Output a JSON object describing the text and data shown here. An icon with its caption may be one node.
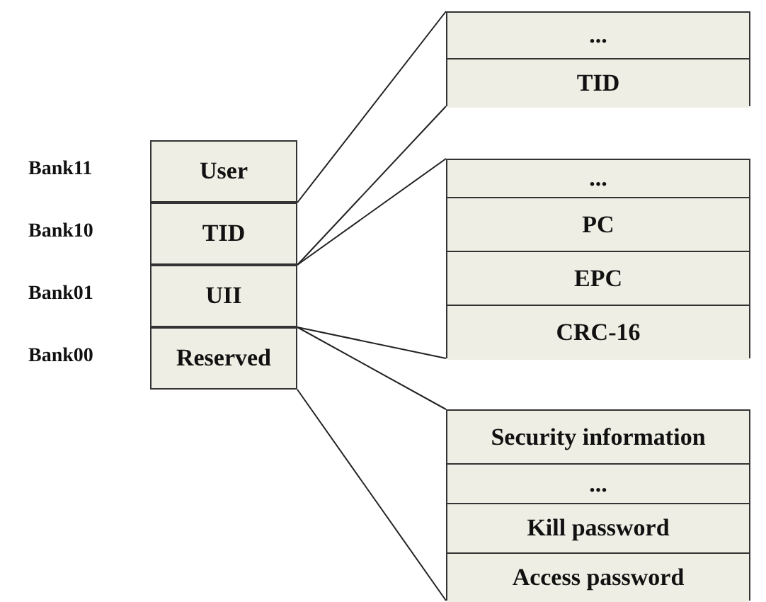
{
  "diagram": {
    "nodes": [
      {
        "text": [
          "User"
        ],
        "beside": [
          "Bank11"
        ]
      },
      {
        "text": [
          "TID"
        ],
        "beside": [
          "Bank10"
        ]
      },
      {
        "text": [
          "UII"
        ],
        "beside": [
          "Bank01"
        ]
      },
      {
        "text": [
          "Reserved"
        ],
        "beside": [
          "Bank00"
        ]
      },
      {
        "text": [],
        "shape": "box"
      },
      {
        "text": [
          "..."
        ],
        "in": 4
      },
      {
        "text": [
          "TID"
        ],
        "in": 4
      },
      {
        "text": [],
        "shape": "box"
      },
      {
        "text": [
          "..."
        ],
        "in": 7
      },
      {
        "text": [
          "PC"
        ],
        "in": 7
      },
      {
        "text": [
          "EPC"
        ],
        "in": 7
      },
      {
        "text": [
          "CRC-16"
        ],
        "in": 7
      },
      {
        "text": [],
        "shape": "box"
      },
      {
        "text": [
          "Security information"
        ],
        "in": 12
      },
      {
        "text": [
          "..."
        ],
        "in": 12
      },
      {
        "text": [
          "Kill password"
        ],
        "in": 12
      },
      {
        "text": [
          "Access password"
        ],
        "in": 12
      }
    ],
    "edges": [
      {
        "from": 1,
        "to": 4,
        "arrow": "none"
      },
      {
        "from": 1,
        "to": 4,
        "arrow": "none"
      },
      {
        "from": 2,
        "to": 7,
        "arrow": "none"
      },
      {
        "from": 2,
        "to": 7,
        "arrow": "none"
      },
      {
        "from": 3,
        "to": 12,
        "arrow": "none"
      },
      {
        "from": 3,
        "to": 12,
        "arrow": "none"
      }
    ]
  }
}
